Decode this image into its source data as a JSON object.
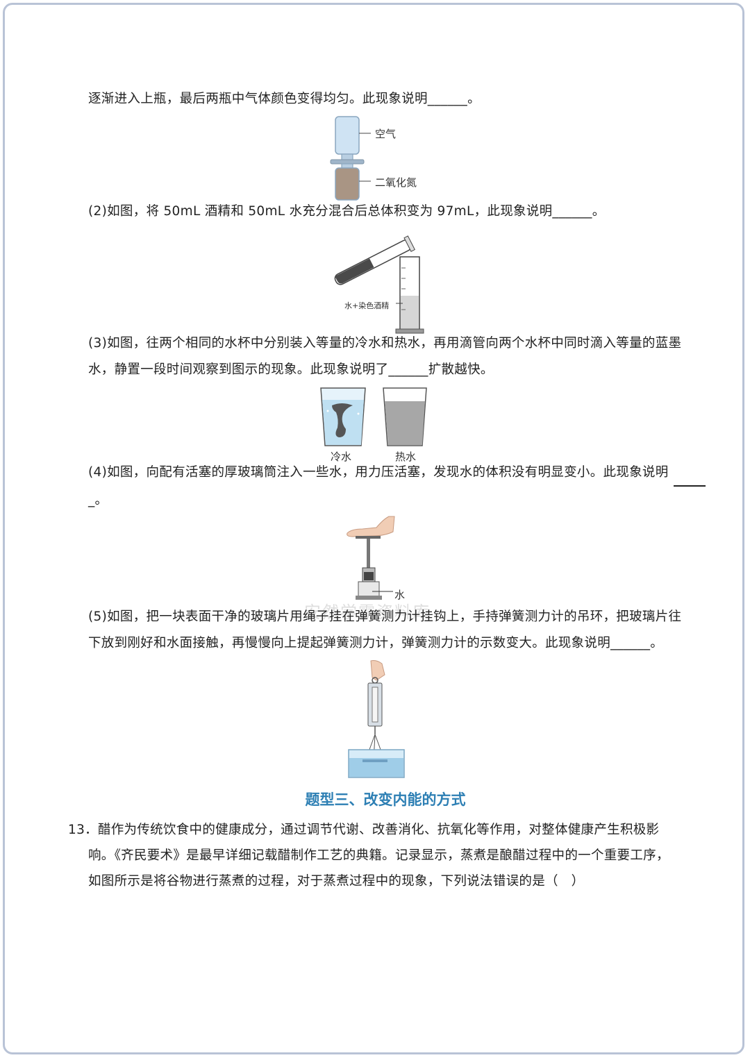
{
  "lines": {
    "l1": "逐渐进入上瓶，最后两瓶中气体颜色变得均匀。此现象说明______。",
    "l2": "(2)如图，将 50mL 酒精和 50mL 水充分混合后总体积变为 97mL，此现象说明______。",
    "l3a": "(3)如图，往两个相同的水杯中分别装入等量的冷水和热水，再用滴管向两个水杯中同时滴入等量的蓝墨",
    "l3b": "水，静置一段时间观察到图示的现象。此现象说明了______扩散越快。",
    "l4a": "(4)如图，向配有活塞的厚玻璃筒注入一些水，用力压活塞，发现水的体积没有明显变小。此现象说明",
    "l4b": "_。",
    "l5a": "(5)如图，把一块表面干净的玻璃片用绳子挂在弹簧测力计挂钩上，手持弹簧测力计的吊环，把玻璃片往",
    "l5b": "下放到刚好和水面接触，再慢慢向上提起弹簧测力计，弹簧测力计的示数变大。此现象说明______。",
    "l13a": "13．醋作为传统饮食中的健康成分，通过调节代谢、改善消化、抗氧化等作用，对整体健康产生积极影",
    "l13b": "响。《齐民要术》是最早详细记载醋制作工艺的典籍。记录显示，蒸煮是酿醋过程中的一个重要工序，",
    "l13c": "如图所示是将谷物进行蒸煮的过程，对于蒸煮过程中的现象，下列说法错误的是（　）"
  },
  "heading": "题型三、改变内能的方式",
  "figures": {
    "bottles": {
      "top_label": "空气",
      "bottom_label": "二氧化氮"
    },
    "cylinder": {
      "label": "水+染色酒精"
    },
    "cups": {
      "cold": "冷水",
      "hot": "热水"
    },
    "piston": {
      "label": "水"
    }
  },
  "watermark": "安然学霸资料库",
  "colors": {
    "heading": "#2d7fb4",
    "frame": "#b9c3d6"
  }
}
